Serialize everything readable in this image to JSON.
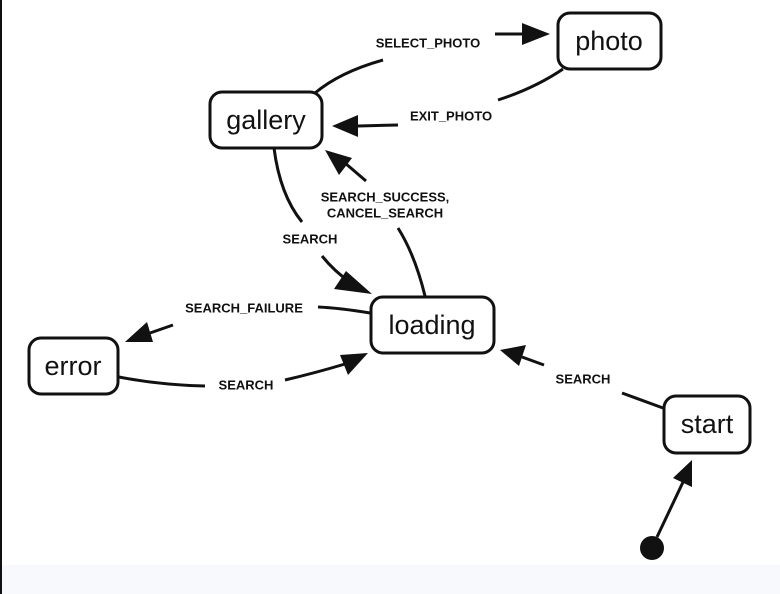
{
  "diagram": {
    "type": "state-machine",
    "states": [
      {
        "id": "gallery",
        "label": "gallery"
      },
      {
        "id": "photo",
        "label": "photo"
      },
      {
        "id": "loading",
        "label": "loading"
      },
      {
        "id": "error",
        "label": "error"
      },
      {
        "id": "start",
        "label": "start"
      }
    ],
    "transitions": [
      {
        "from": "gallery",
        "to": "photo",
        "label": "SELECT_PHOTO"
      },
      {
        "from": "photo",
        "to": "gallery",
        "label": "EXIT_PHOTO"
      },
      {
        "from": "loading",
        "to": "gallery",
        "label_line1": "SEARCH_SUCCESS,",
        "label_line2": "CANCEL_SEARCH"
      },
      {
        "from": "gallery",
        "to": "loading",
        "label": "SEARCH"
      },
      {
        "from": "loading",
        "to": "error",
        "label": "SEARCH_FAILURE"
      },
      {
        "from": "error",
        "to": "loading",
        "label": "SEARCH"
      },
      {
        "from": "start",
        "to": "loading",
        "label": "SEARCH"
      }
    ],
    "initial_state": "start"
  }
}
